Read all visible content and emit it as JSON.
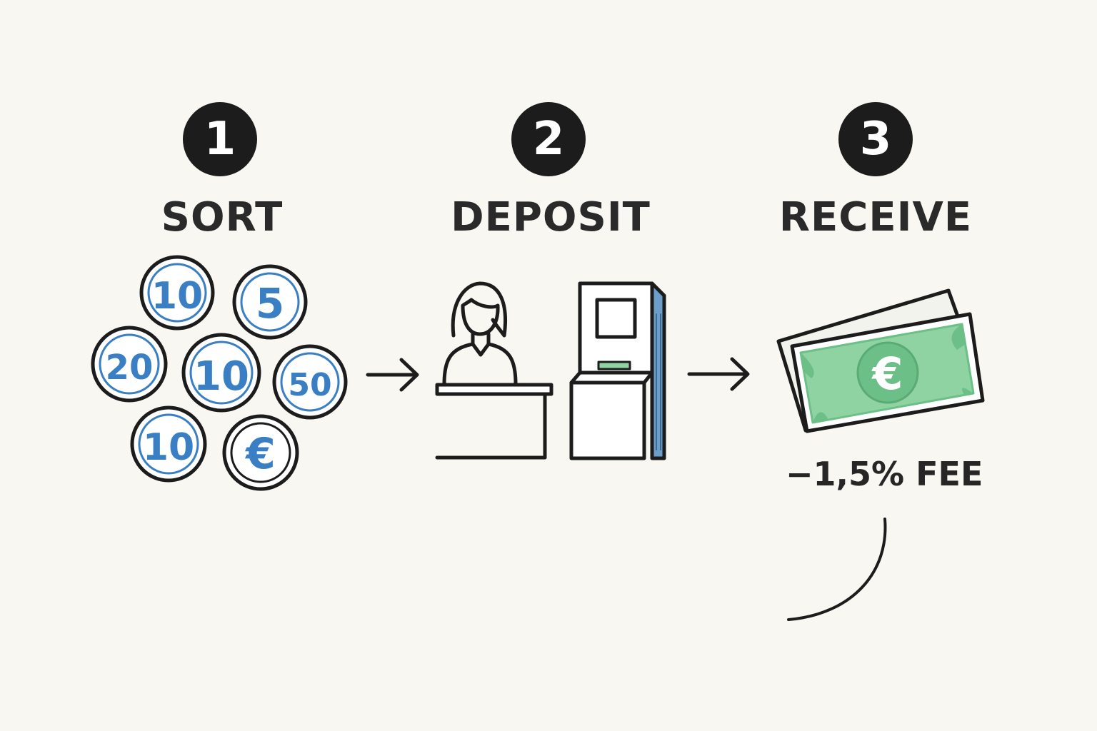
{
  "steps": [
    {
      "number": "1",
      "title": "SORT"
    },
    {
      "number": "2",
      "title": "DEPOSIT"
    },
    {
      "number": "3",
      "title": "RECEIVE"
    }
  ],
  "coins": [
    "10",
    "5",
    "20",
    "10",
    "50",
    "10",
    "€"
  ],
  "banknote": {
    "symbol": "€"
  },
  "fee_label": "−1,5% FEE",
  "colors": {
    "background": "#f8f7f2",
    "ink": "#1c1c1c",
    "coin_blue": "#3a7fc4",
    "atm_blue": "#6c9ec9",
    "note_green": "#8fd3a3"
  },
  "icons": [
    "coins-icon",
    "teller-icon",
    "atm-icon",
    "banknotes-icon",
    "arrow-right-icon"
  ]
}
